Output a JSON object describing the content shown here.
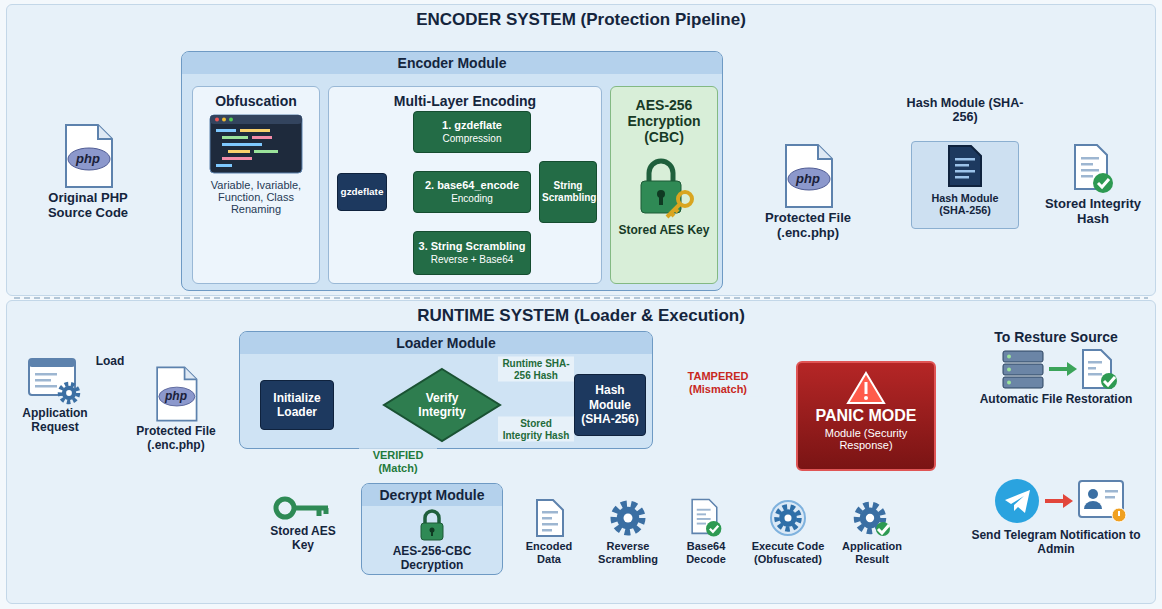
{
  "diagram": {
    "nodes": [
      {
        "text": [
          "ENCODER SYSTEM (Protection Pipeline)"
        ]
      },
      {
        "text": [
          "php",
          "Original PHP Source Code"
        ],
        "in": 0
      },
      {
        "text": [
          "Encoder Module"
        ],
        "in": 0
      },
      {
        "text": [
          "Obfuscation",
          "Variable, Ivariable, Function, Class Renaming"
        ],
        "in": 2
      },
      {
        "text": [
          "Multi-Layer Encoding"
        ],
        "in": 2
      },
      {
        "text": [
          "gzdeflate"
        ],
        "in": 4
      },
      {
        "text": [
          "1. gzdeflate",
          "Compression"
        ],
        "in": 4
      },
      {
        "text": [
          "2. base64_encode",
          "Encoding"
        ],
        "in": 4
      },
      {
        "text": [
          "3. String Scrambling",
          "Reverse + Base64"
        ],
        "in": 4
      },
      {
        "text": [
          "String Scrambling"
        ],
        "in": 4
      },
      {
        "text": [
          "AES-256 Encryption (CBC)",
          "Stored AES Key"
        ],
        "in": 2
      },
      {
        "text": [
          "php",
          "Protected File (.enc.php)"
        ],
        "in": 0
      },
      {
        "text": [
          "Hash Module (SHA-256)",
          "Hash Module (SHA-256)"
        ],
        "in": 0
      },
      {
        "text": [
          "Stored Integrity Hash"
        ],
        "in": 0
      },
      {
        "text": [
          "RUNTIME SYSTEM (Loader & Execution)"
        ]
      },
      {
        "text": [
          "Application Request"
        ],
        "in": 14
      },
      {
        "text": [
          "php",
          "Protected File (.enc.php)"
        ],
        "in": 14
      },
      {
        "text": [
          "Loader Module"
        ],
        "in": 14
      },
      {
        "text": [
          "Initialize Loader"
        ],
        "in": 17
      },
      {
        "text": [
          "Verify Integrity"
        ],
        "in": 17
      },
      {
        "text": [
          "Hash Module (SHA-256)"
        ],
        "in": 17
      },
      {
        "text": [
          "Decrypt Module",
          "AES-256-CBC Decryption"
        ],
        "in": 14
      },
      {
        "text": [
          "Stored AES Key"
        ],
        "in": 14
      },
      {
        "text": [
          "Encoded Data"
        ],
        "in": 14
      },
      {
        "text": [
          "Reverse Scrambling"
        ],
        "in": 14
      },
      {
        "text": [
          "Base64 Decode"
        ],
        "in": 14
      },
      {
        "text": [
          "Execute Code (Obfuscated)"
        ],
        "in": 14
      },
      {
        "text": [
          "Application Result"
        ],
        "in": 14
      },
      {
        "text": [
          "PANIC MODE",
          "Module (Security Response)"
        ],
        "in": 14
      },
      {
        "text": [
          "To Resture Source",
          "Automatic File Restoration"
        ],
        "in": 14
      },
      {
        "text": [
          "Send Telegram Notification to Admin"
        ],
        "in": 14
      }
    ],
    "edges": [
      {
        "from": 1,
        "to": 3,
        "arrow": "to"
      },
      {
        "from": 3,
        "to": 5,
        "arrow": "to"
      },
      {
        "from": 5,
        "to": 6,
        "arrow": "to"
      },
      {
        "from": 5,
        "to": 7,
        "arrow": "to"
      },
      {
        "from": 5,
        "to": 8,
        "arrow": "to"
      },
      {
        "from": 6,
        "to": 9,
        "arrow": "to"
      },
      {
        "from": 7,
        "to": 9,
        "arrow": "to"
      },
      {
        "from": 8,
        "to": 9,
        "arrow": "to"
      },
      {
        "from": 9,
        "to": 10,
        "arrow": "to"
      },
      {
        "from": 10,
        "to": 11,
        "arrow": "to"
      },
      {
        "from": 11,
        "to": 12,
        "arrow": "to"
      },
      {
        "from": 12,
        "to": 13,
        "arrow": "to"
      },
      {
        "from": 15,
        "to": 16,
        "label": "Load",
        "arrow": "to"
      },
      {
        "from": 16,
        "to": 18,
        "arrow": "to"
      },
      {
        "from": 18,
        "to": 19,
        "arrow": "to"
      },
      {
        "from": 20,
        "to": 19,
        "label": "Runtime SHA-256 Hash",
        "arrow": "to"
      },
      {
        "from": 20,
        "to": 19,
        "label": "Stored Integrity Hash",
        "arrow": "to"
      },
      {
        "from": 19,
        "to": 21,
        "label": "VERIFIED (Match)",
        "arrow": "to"
      },
      {
        "from": 20,
        "to": 28,
        "label": "TAMPERED (Mismatch)",
        "arrow": "to"
      },
      {
        "from": 21,
        "to": 28,
        "arrow": "none"
      },
      {
        "from": 22,
        "to": 21,
        "arrow": "none"
      },
      {
        "from": 21,
        "to": 23,
        "arrow": "to"
      },
      {
        "from": 23,
        "to": 24,
        "arrow": "to"
      },
      {
        "from": 24,
        "to": 25,
        "arrow": "to"
      },
      {
        "from": 25,
        "to": 26,
        "arrow": "to"
      },
      {
        "from": 26,
        "to": 27,
        "arrow": "to"
      },
      {
        "from": 28,
        "to": 29,
        "arrow": "to"
      },
      {
        "from": 28,
        "to": 30,
        "arrow": "to"
      }
    ]
  }
}
